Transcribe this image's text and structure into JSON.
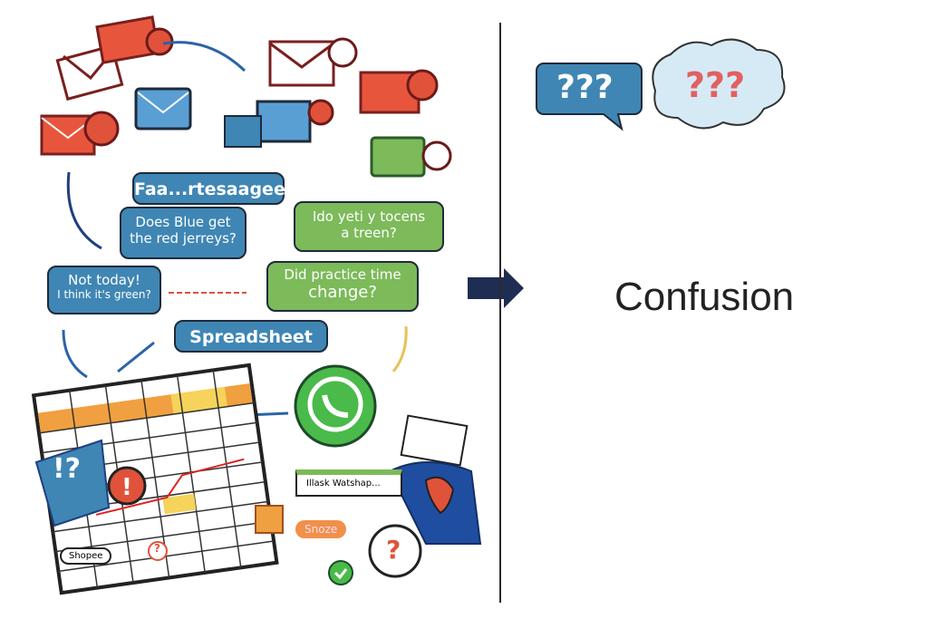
{
  "left_panel": {
    "bubbles": {
      "faa": "Faa...rtesaagee",
      "does_blue_1": "Does Blue get",
      "does_blue_2": "the red jerreys?",
      "ido_1": "Ido yeti y tocens",
      "ido_2": "a treen?",
      "not_today_1": "Not today!",
      "not_today_2": "I think it's green?",
      "practice_1": "Did practice time",
      "practice_2": "change?",
      "spreadsheet": "Spreadsheet"
    },
    "labels": {
      "interrobang": "!?",
      "shopee": "Shopee",
      "snooze": "Snoze",
      "whatsapp_card": "Illask Watshap...",
      "question": "?"
    }
  },
  "right_panel": {
    "speech_bubble": "???",
    "thought_cloud": "???",
    "title": "Confusion"
  },
  "colors": {
    "blue": "#3f86b4",
    "green": "#7cba5a",
    "red": "#e0523a",
    "navy": "#1f2d52"
  }
}
